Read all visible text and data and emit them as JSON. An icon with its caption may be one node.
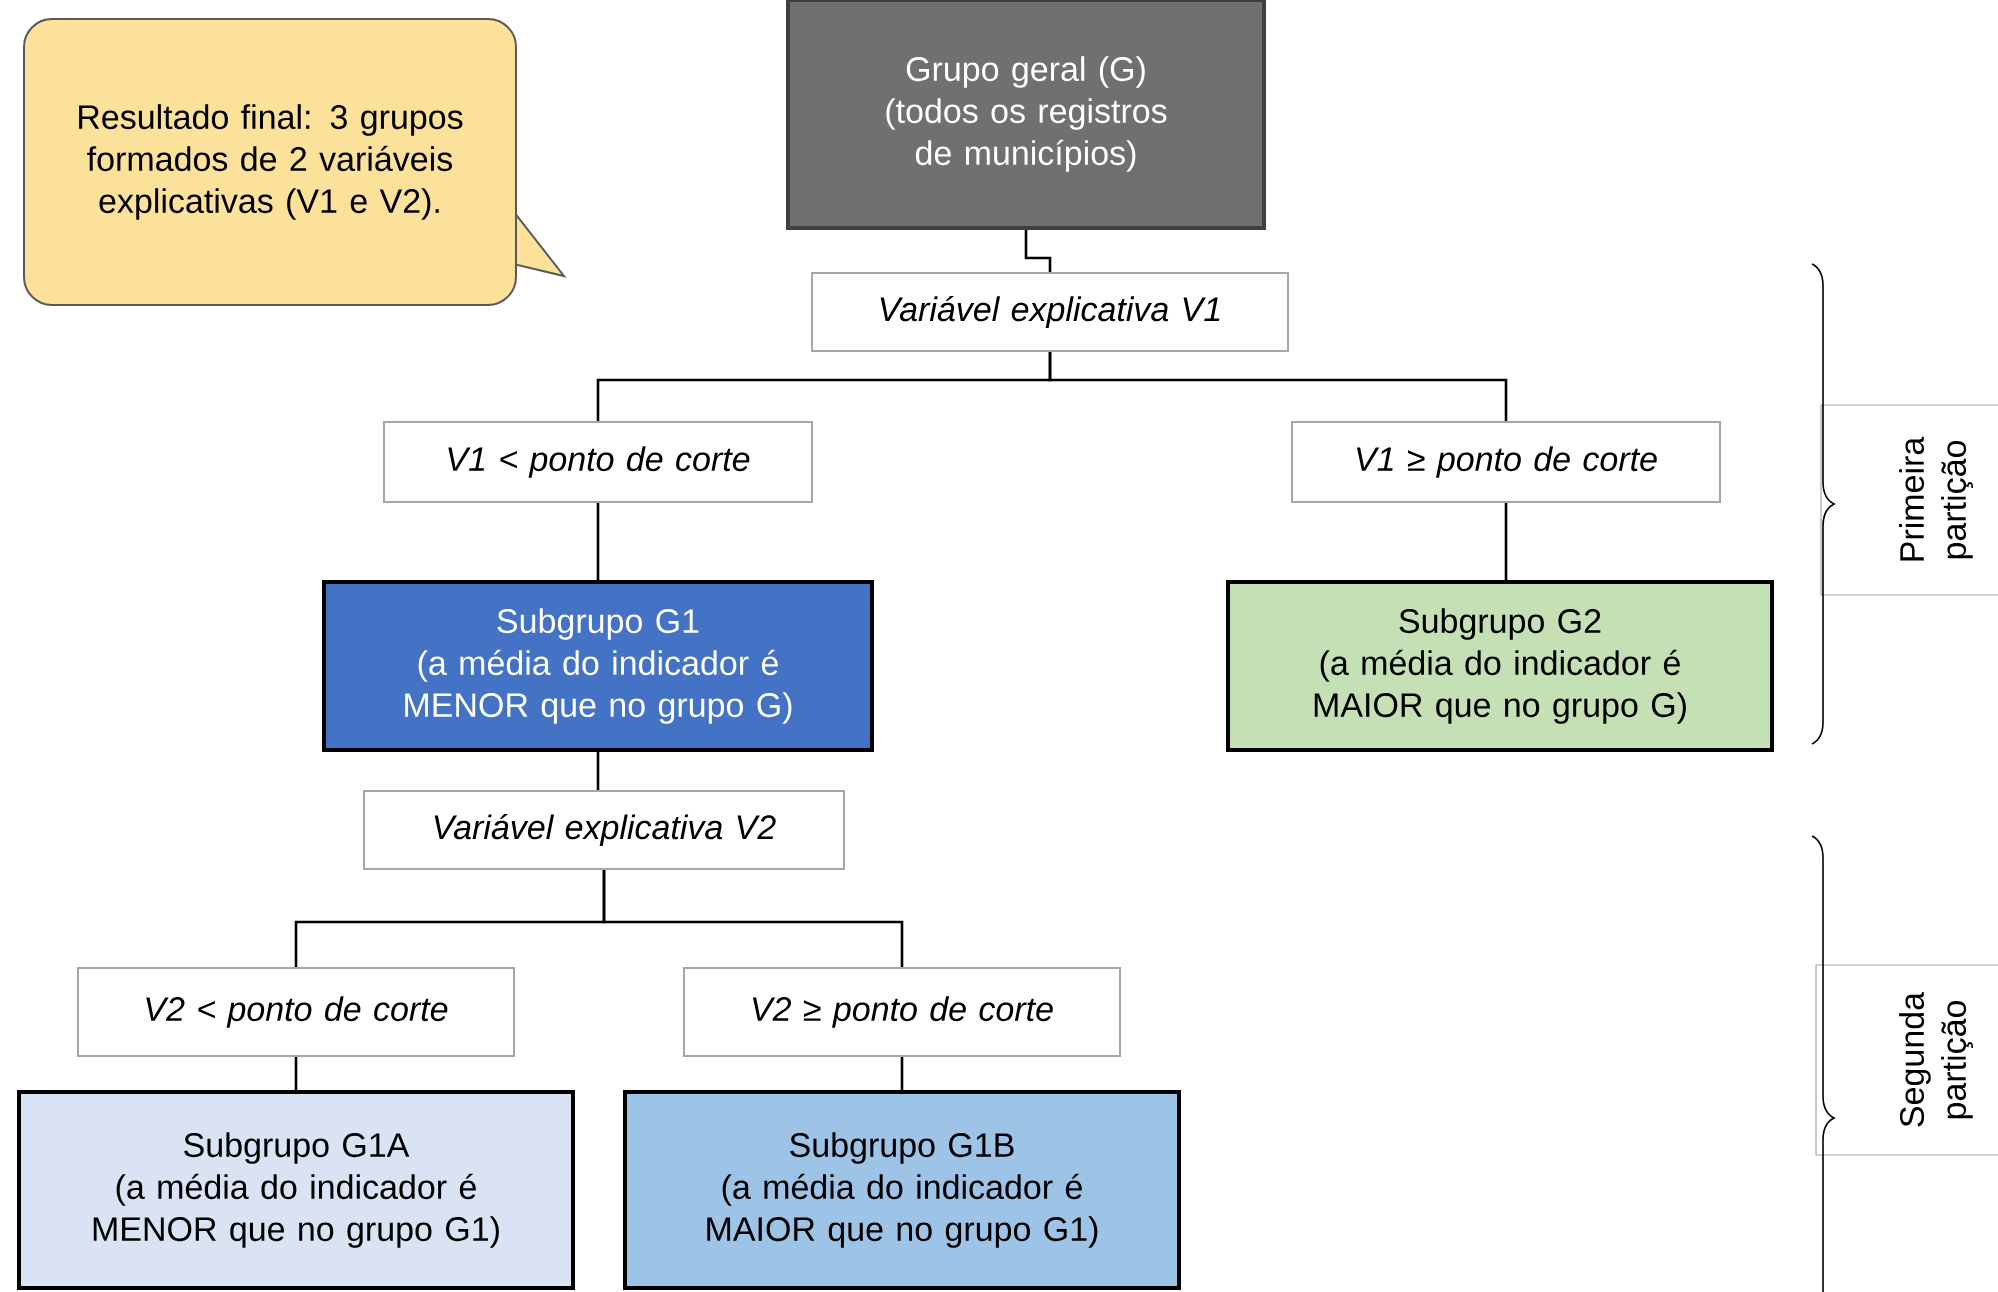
{
  "diagram": {
    "nodes": [
      {
        "text": [
          "Resultado final: 3 grupos formados de 2 variáveis explicativas (V1 e V2)."
        ]
      },
      {
        "text": [
          "Grupo geral (G)",
          "(todos os registros de municípios)"
        ]
      },
      {
        "text": [
          "Variável explicativa V1"
        ]
      },
      {
        "text": [
          "V1 < ponto de corte"
        ]
      },
      {
        "text": [
          "V1 ≥ ponto de corte"
        ]
      },
      {
        "text": [
          "Subgrupo G1",
          "(a média do indicador é MENOR que no grupo G)"
        ]
      },
      {
        "text": [
          "Subgrupo G2",
          "(a média do indicador é MAIOR que no grupo G)"
        ]
      },
      {
        "text": [
          "Variável explicativa V2"
        ]
      },
      {
        "text": [
          "V2 < ponto de corte"
        ]
      },
      {
        "text": [
          "V2 ≥ ponto de corte"
        ]
      },
      {
        "text": [
          "Subgrupo G1A",
          "(a média do indicador é MENOR que no grupo G1)"
        ]
      },
      {
        "text": [
          "Subgrupo G1B",
          "(a média do indicador é MAIOR que no grupo G1)"
        ]
      },
      {
        "text": [
          "Primeira partição"
        ]
      },
      {
        "text": [
          "Segunda partição"
        ]
      }
    ],
    "edges": [
      {
        "from": 1,
        "to": 2,
        "arrow": "none"
      },
      {
        "from": 2,
        "to": 3,
        "arrow": "none"
      },
      {
        "from": 2,
        "to": 4,
        "arrow": "none"
      },
      {
        "from": 3,
        "to": 5,
        "arrow": "none"
      },
      {
        "from": 4,
        "to": 6,
        "arrow": "none"
      },
      {
        "from": 5,
        "to": 7,
        "arrow": "none"
      },
      {
        "from": 7,
        "to": 8,
        "arrow": "none"
      },
      {
        "from": 7,
        "to": 9,
        "arrow": "none"
      },
      {
        "from": 8,
        "to": 10,
        "arrow": "none"
      },
      {
        "from": 9,
        "to": 11,
        "arrow": "none"
      }
    ]
  }
}
